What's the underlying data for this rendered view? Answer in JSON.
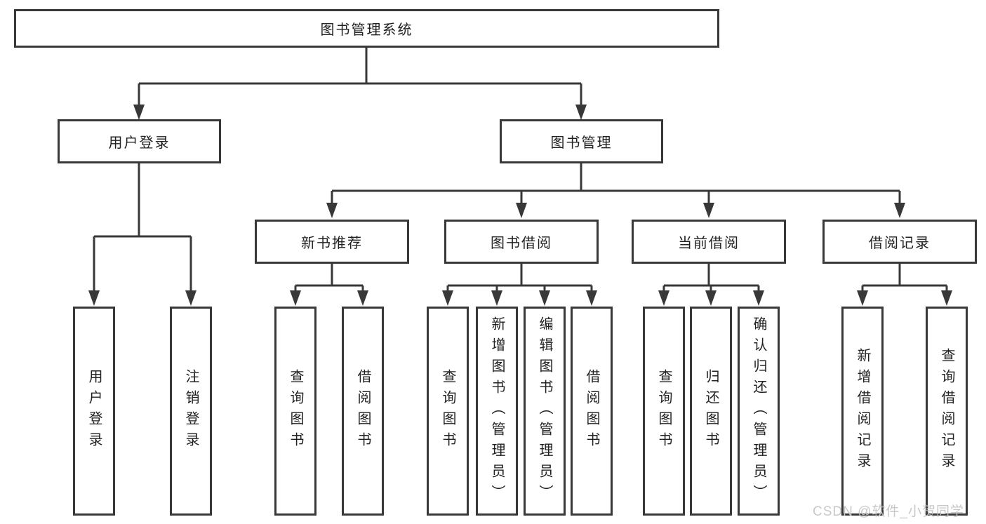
{
  "diagram_type": "hierarchy-tree",
  "colors": {
    "line": "#383838",
    "box_border": "#383838",
    "text": "#212121",
    "background": "#ffffff",
    "watermark": "#c4c4c4"
  },
  "tree": {
    "label": "图书管理系统",
    "children": [
      {
        "label": "用户登录",
        "children": [
          {
            "label": "用户登录"
          },
          {
            "label": "注销登录"
          }
        ]
      },
      {
        "label": "图书管理",
        "children": [
          {
            "label": "新书推荐",
            "children": [
              {
                "label": "查询图书"
              },
              {
                "label": "借阅图书"
              }
            ]
          },
          {
            "label": "图书借阅",
            "children": [
              {
                "label": "查询图书"
              },
              {
                "label": "新增图书（管理员）"
              },
              {
                "label": "编辑图书（管理员）"
              },
              {
                "label": "借阅图书"
              }
            ]
          },
          {
            "label": "当前借阅",
            "children": [
              {
                "label": "查询图书"
              },
              {
                "label": "归还图书"
              },
              {
                "label": "确认归还（管理员）"
              }
            ]
          },
          {
            "label": "借阅记录",
            "children": [
              {
                "label": "新增借阅记录"
              },
              {
                "label": "查询借阅记录"
              }
            ]
          }
        ]
      }
    ]
  },
  "watermark": {
    "text": "CSDN @软件_小贺同学"
  }
}
